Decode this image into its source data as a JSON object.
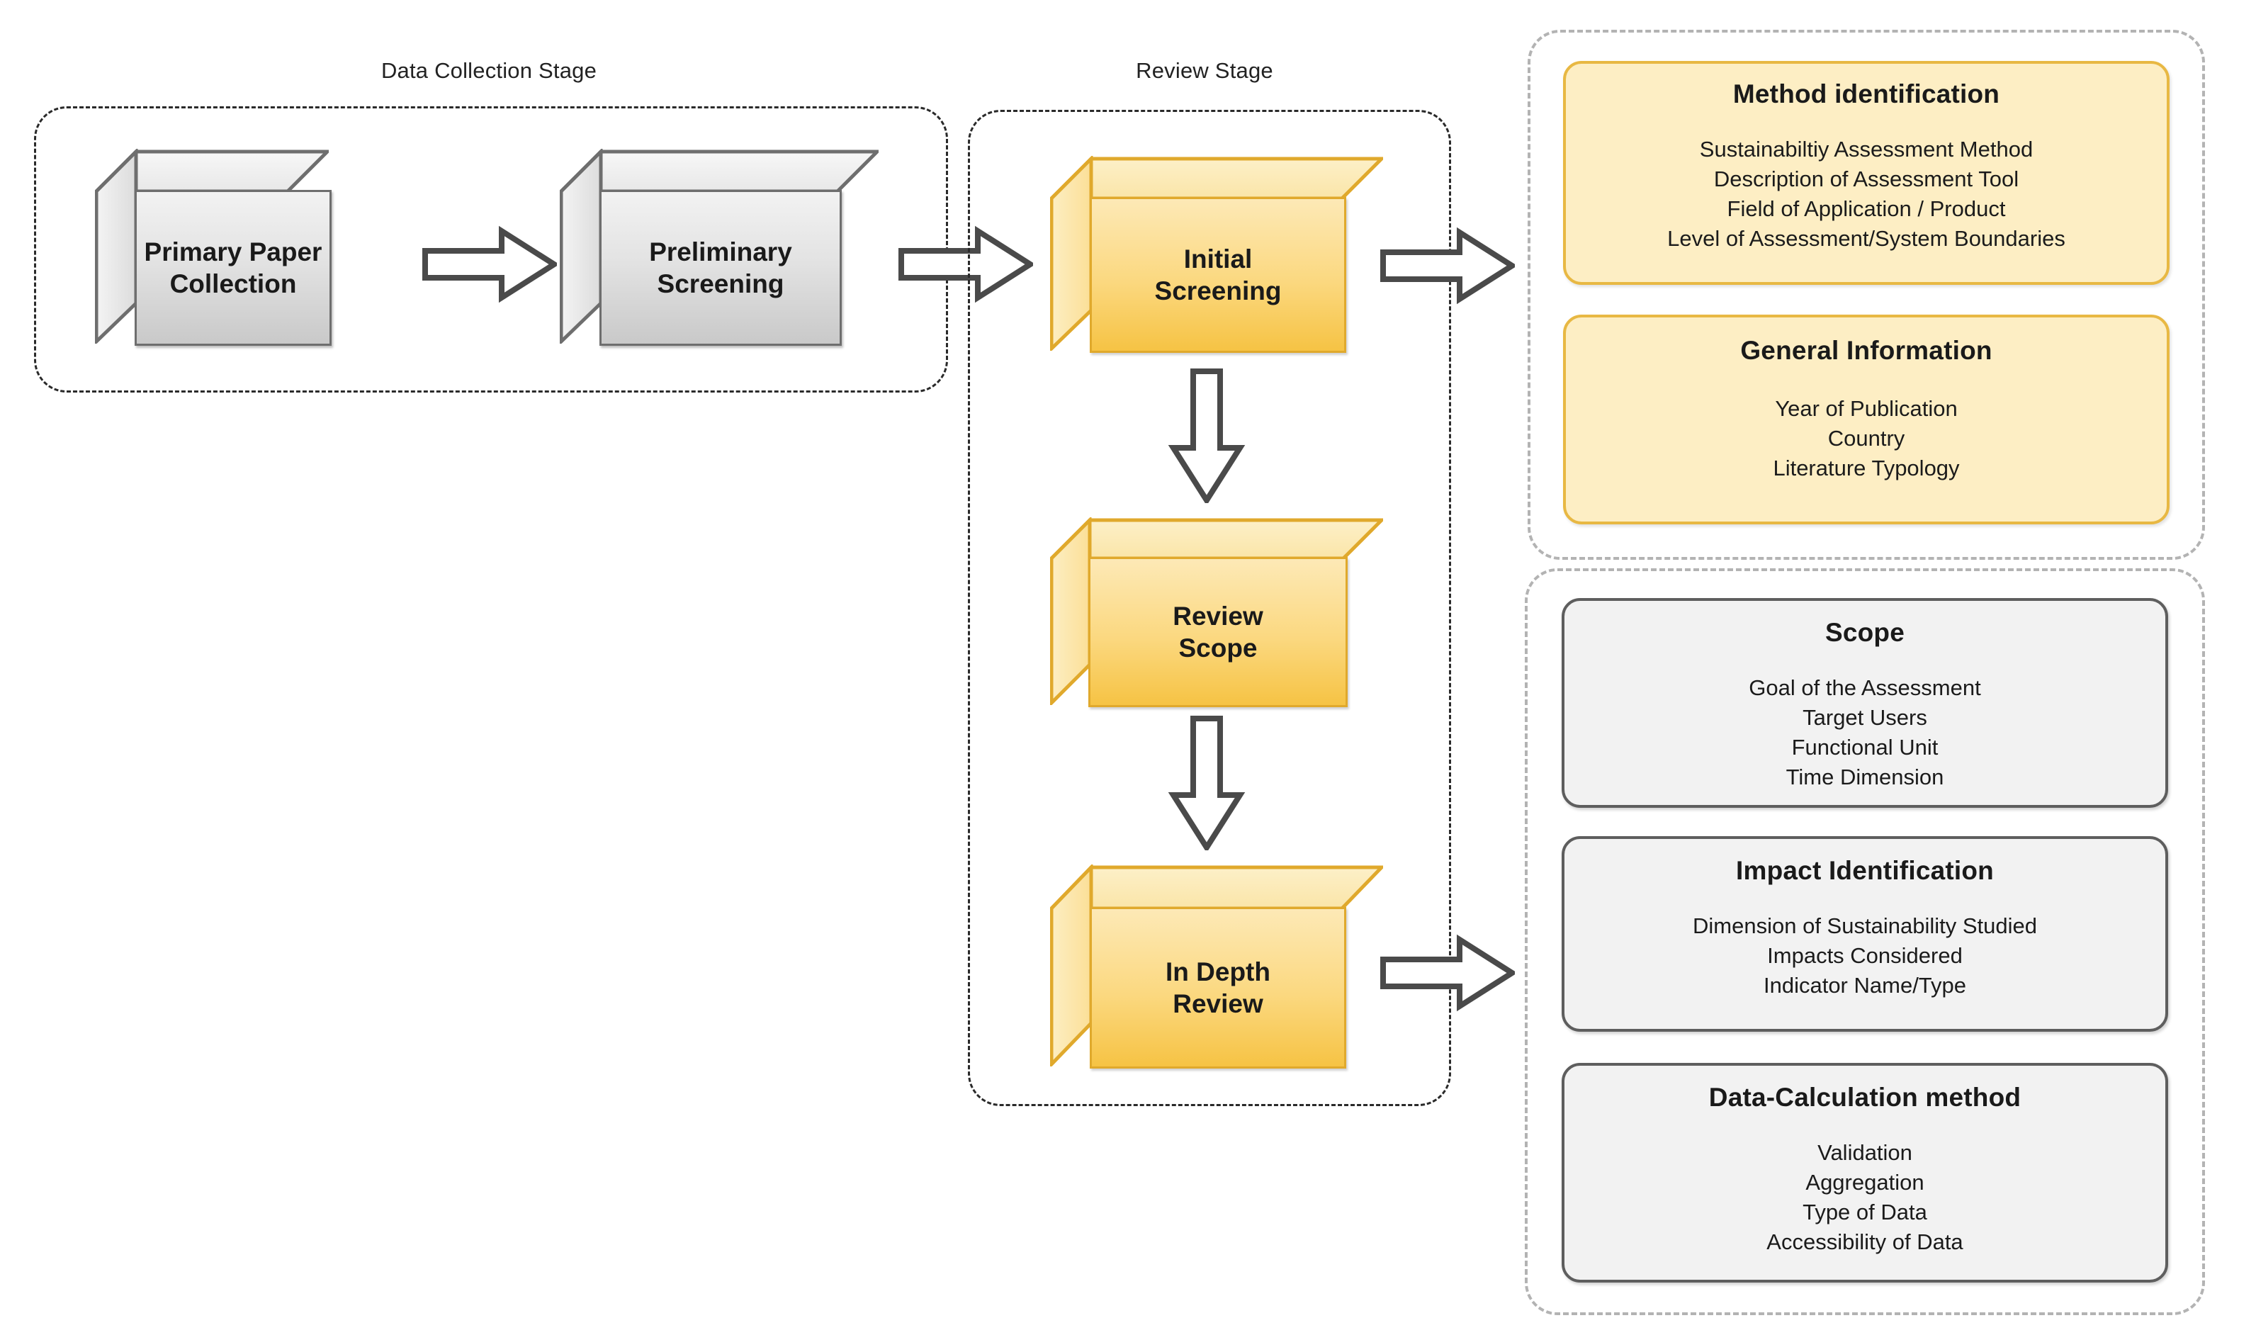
{
  "diagram": {
    "title": "Literature review methodology flow",
    "colors": {
      "gold_fill": "#FDEEC4",
      "gold_border": "#E8B843",
      "node_gold_top": "#FAE5A8",
      "node_gold_front": "#F6C344",
      "node_gray_front": "#C9C9C9",
      "grey_card_fill": "#F2F2F2",
      "grey_card_border": "#5E5E5E",
      "dashed_dark": "#2A2A2A",
      "dashed_light": "#B3B3B3",
      "arrow_stroke": "#4A4A4A"
    }
  },
  "stages": {
    "data_collection": {
      "label": "Data Collection Stage",
      "nodes": [
        {
          "id": "primary-paper-collection",
          "line1": "Primary Paper",
          "line2": "Collection"
        },
        {
          "id": "preliminary-screening",
          "line1": "Preliminary",
          "line2": "Screening"
        }
      ]
    },
    "review": {
      "label": "Review Stage",
      "nodes": [
        {
          "id": "initial-screening",
          "line1": "Initial",
          "line2": "Screening"
        },
        {
          "id": "review-scope",
          "line1": "Review",
          "line2": "Scope"
        },
        {
          "id": "in-depth-review",
          "line1": "In Depth",
          "line2": "Review"
        }
      ]
    }
  },
  "output_groups": [
    {
      "id": "method-group",
      "style": "gold",
      "cards": [
        {
          "id": "method-identification",
          "title": "Method identification",
          "items": [
            "Sustainabiltiy Assessment Method",
            "Description of Assessment Tool",
            "Field of Application / Product",
            "Level of Assessment/System Boundaries"
          ]
        },
        {
          "id": "general-information",
          "title": "General Information",
          "items": [
            "Year of Publication",
            "Country",
            "Literature Typology"
          ]
        }
      ]
    },
    {
      "id": "review-detail-group",
      "style": "grey",
      "cards": [
        {
          "id": "scope",
          "title": "Scope",
          "items": [
            "Goal of the Assessment",
            "Target Users",
            "Functional Unit",
            "Time Dimension"
          ]
        },
        {
          "id": "impact-identification",
          "title": "Impact Identification",
          "items": [
            "Dimension of Sustainability Studied",
            "Impacts Considered",
            "Indicator Name/Type"
          ]
        },
        {
          "id": "data-calculation-method",
          "title": "Data-Calculation method",
          "items": [
            "Validation",
            "Aggregation",
            "Type of Data",
            "Accessibility of Data"
          ]
        }
      ]
    }
  ],
  "connectors": [
    {
      "id": "primary-to-preliminary",
      "direction": "right"
    },
    {
      "id": "preliminary-to-initial",
      "direction": "right"
    },
    {
      "id": "initial-to-method-group",
      "direction": "right"
    },
    {
      "id": "initial-to-review-scope",
      "direction": "down"
    },
    {
      "id": "review-scope-to-in-depth",
      "direction": "down"
    },
    {
      "id": "in-depth-to-review-details",
      "direction": "right"
    }
  ]
}
